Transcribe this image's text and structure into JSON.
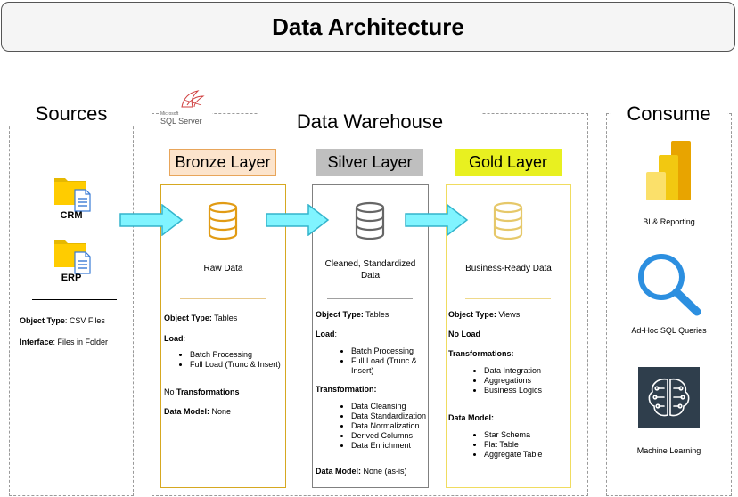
{
  "title": "Data Architecture",
  "sources": {
    "heading": "Sources",
    "items": [
      {
        "label": "CRM",
        "icon": "folder-file-icon"
      },
      {
        "label": "ERP",
        "icon": "folder-file-icon"
      }
    ],
    "details": [
      {
        "key": "Object Type",
        "value": ": CSV Files"
      },
      {
        "key": "Interface",
        "value": ": Files in Folder"
      }
    ]
  },
  "warehouse": {
    "heading": "Data Warehouse",
    "logo_small": "Microsoft",
    "logo_text": "SQL Server",
    "layers": [
      {
        "name": "Bronze Layer",
        "fill": "#fce4cc",
        "border": "#e8a55a",
        "box_border": "#d6a821",
        "icon_color": "#e19b14",
        "sep_color": "#e8c98a",
        "caption": "Raw Data",
        "object_type_key": "Object Type:",
        "object_type_value": " Tables",
        "load_key": "Load",
        "load_value": ":",
        "load_items": [
          "Batch Processing",
          "Full Load (Trunc & Insert)"
        ],
        "transform_prefix": "No ",
        "transform_key": "Transformations",
        "transform_items": [],
        "model_key": "Data Model:",
        "model_value": " None"
      },
      {
        "name": "Silver Layer",
        "fill": "#bfbfbf",
        "border": "#bfbfbf",
        "box_border": "#808080",
        "icon_color": "#666666",
        "sep_color": "#a0a0a0",
        "caption": "Cleaned, Standardized Data",
        "object_type_key": "Object Type:",
        "object_type_value": " Tables",
        "load_key": "Load",
        "load_value": ":",
        "load_items": [
          "Batch Processing",
          "Full Load (Trunc & Insert)"
        ],
        "transform_prefix": "",
        "transform_key": "Transformation:",
        "transform_items": [
          "Data Cleansing",
          "Data Standardization",
          "Data Normalization",
          "Derived Columns",
          "Data Enrichment"
        ],
        "model_key": "Data Model:",
        "model_value": " None (as-is)"
      },
      {
        "name": "Gold Layer",
        "fill": "#e8f020",
        "border": "#e8f020",
        "box_border": "#f0dc60",
        "icon_color": "#e6c86a",
        "sep_color": "#efd98a",
        "caption": "Business-Ready Data",
        "object_type_key": "Object Type:",
        "object_type_value": " Views",
        "load_key": "No Load",
        "load_value": "",
        "load_items": [],
        "transform_prefix": "",
        "transform_key": "Transformations:",
        "transform_items": [
          "Data Integration",
          "Aggregations",
          "Business Logics"
        ],
        "model_key": "Data Model:",
        "model_value": "",
        "model_items": [
          "Star Schema",
          "Flat Table",
          "Aggregate Table"
        ]
      }
    ]
  },
  "consume": {
    "heading": "Consume",
    "items": [
      {
        "label": "BI & Reporting",
        "icon": "power-bi-icon"
      },
      {
        "label": "Ad-Hoc SQL Queries",
        "icon": "magnifier-icon"
      },
      {
        "label": "Machine Learning",
        "icon": "brain-circuit-icon"
      }
    ]
  },
  "colors": {
    "arrow_fill": "#80f4ff",
    "arrow_stroke": "#33b4cc",
    "bronze_fill": "#fce4cc",
    "silver_fill": "#bfbfbf",
    "gold_fill": "#e8f020",
    "search_blue": "#2c8fe0"
  }
}
